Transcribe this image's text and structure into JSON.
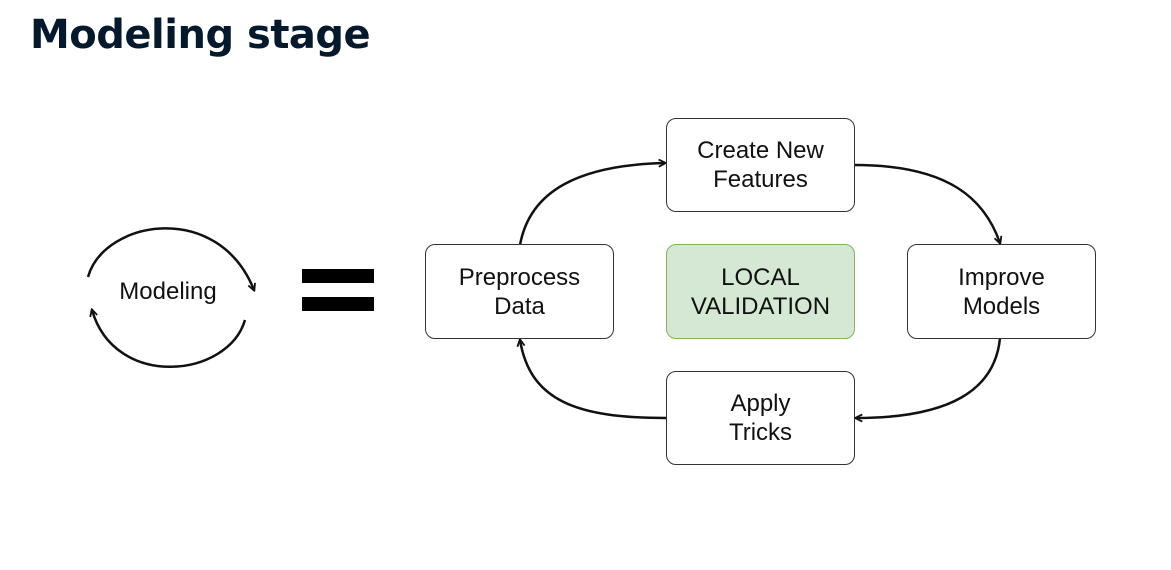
{
  "title": "Modeling stage",
  "left_label": "Modeling",
  "boxes": {
    "create_features": {
      "line1": "Create New",
      "line2": "Features"
    },
    "preprocess_data": {
      "line1": "Preprocess",
      "line2": "Data"
    },
    "local_validation": {
      "line1": "LOCAL",
      "line2": "VALIDATION"
    },
    "improve_models": {
      "line1": "Improve",
      "line2": "Models"
    },
    "apply_tricks": {
      "line1": "Apply",
      "line2": "Tricks"
    }
  },
  "colors": {
    "title": "#05192d",
    "box_border": "#333333",
    "highlight_fill": "#d5e8d4",
    "highlight_border": "#82b366",
    "arrow": "#111111"
  }
}
